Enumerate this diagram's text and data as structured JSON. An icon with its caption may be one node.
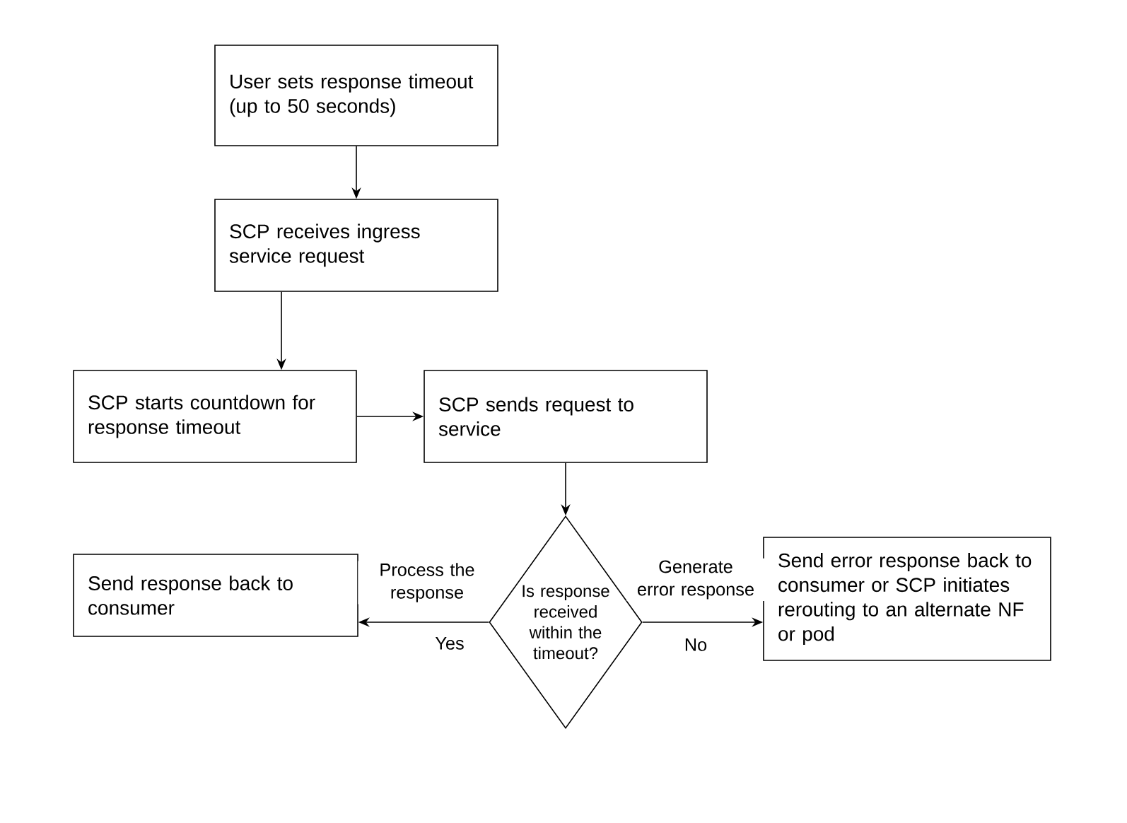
{
  "diagram": {
    "nodes": [
      {
        "text": [
          "User sets response timeout (up to 50 seconds)"
        ]
      },
      {
        "text": [
          "SCP receives ingress service request"
        ]
      },
      {
        "text": [
          "SCP starts countdown for response timeout"
        ]
      },
      {
        "text": [
          "SCP sends request to service"
        ]
      },
      {
        "text": [
          "Is response received within the timeout?"
        ]
      },
      {
        "text": [
          "Send response back to consumer"
        ]
      },
      {
        "text": [
          "Send error response back to consumer or SCP initiates rerouting to an alternate NF or pod"
        ]
      }
    ],
    "edges": [
      {
        "from": 0,
        "to": 1,
        "arrow": "to"
      },
      {
        "from": 1,
        "to": 2,
        "arrow": "to"
      },
      {
        "from": 2,
        "to": 3,
        "arrow": "to"
      },
      {
        "from": 3,
        "to": 4,
        "arrow": "to"
      },
      {
        "from": 4,
        "to": 5,
        "arrow": "to",
        "label": "Process the response"
      },
      {
        "from": 4,
        "to": 6,
        "arrow": "to",
        "label": "Generate error response"
      }
    ],
    "labels": [
      "Yes",
      "No"
    ]
  }
}
